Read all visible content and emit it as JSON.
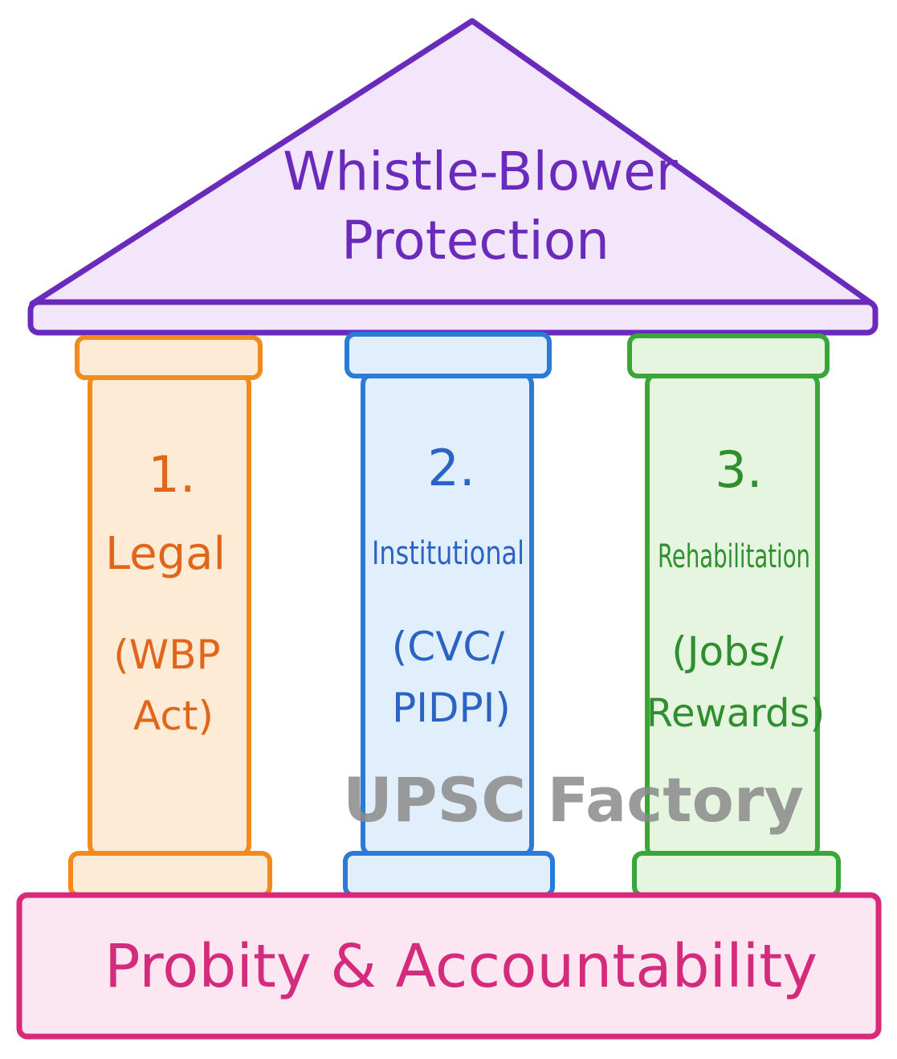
{
  "roof": {
    "title_line1": "Whistle-Blower",
    "title_line2": "Protection"
  },
  "pillars": [
    {
      "number": "1.",
      "title": "Legal",
      "detail_line1": "(WBP",
      "detail_line2": "Act)"
    },
    {
      "number": "2.",
      "title": "Institutional",
      "detail_line1": "(CVC/",
      "detail_line2": "PIDPI)"
    },
    {
      "number": "3.",
      "title": "Rehabilitation",
      "detail_line1": "(Jobs/",
      "detail_line2": "Rewards)"
    }
  ],
  "base": {
    "label": "Probity & Accountability"
  },
  "watermark": {
    "text": "UPSC Factory"
  },
  "colors": {
    "roof_stroke": "#6a2bbd",
    "roof_fill": "#f3e6fb",
    "pillar1_stroke": "#f28a1c",
    "pillar1_fill": "#fdebd6",
    "pillar1_text": "#e0661c",
    "pillar2_stroke": "#2a7ad6",
    "pillar2_fill": "#e1eefb",
    "pillar2_text": "#2a63c4",
    "pillar3_stroke": "#3aa63a",
    "pillar3_fill": "#e5f5e0",
    "pillar3_text": "#2f8f2f",
    "base_stroke": "#d82a7b",
    "base_fill": "#fbe6f1",
    "base_text": "#d42b7c",
    "watermark": "#8a8a8a"
  }
}
